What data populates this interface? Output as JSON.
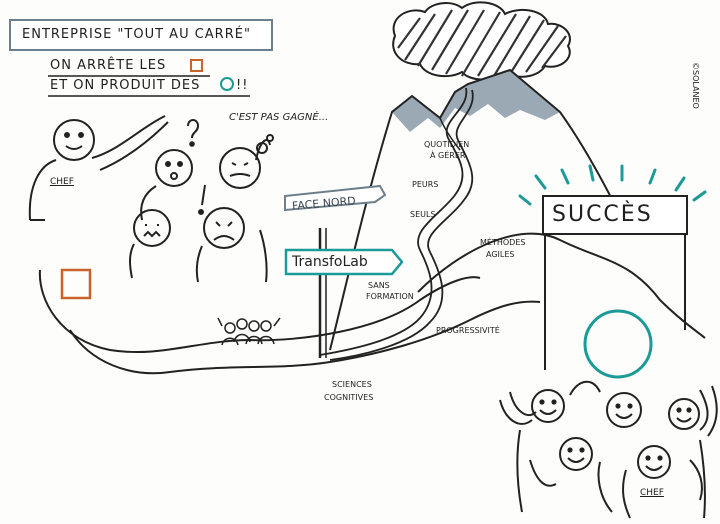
{
  "header": {
    "title": "ENTREPRISE \"TOUT AU CARRÉ\"",
    "line1": "ON ARRÊTE LES",
    "line2": "ET ON PRODUIT DES",
    "line2_suffix": "!!"
  },
  "group": {
    "speech": "C'EST PAS GAGNÉ...",
    "chef_label": "CHEF"
  },
  "signs": {
    "face_nord": "FACE NORD",
    "transfolab": "TransfoLab"
  },
  "path_labels": {
    "quotidien": "QUOTIDIEN",
    "a_gerer": "À GÉRER",
    "peurs": "PEURS",
    "seuls": "SEULS",
    "sans": "SANS",
    "formation": "FORMATION",
    "methodes": "MÉTHODES",
    "agiles": "AGILES",
    "progressivite": "PROGRESSIVITÉ",
    "sciences": "SCIENCES",
    "cognitives": "COGNITIVES"
  },
  "success": {
    "banner": "SUCCÈS",
    "chef_label": "CHEF"
  },
  "credit": "©SOLANEO",
  "colors": {
    "ink": "#222222",
    "orange": "#c8642a",
    "teal": "#1c9a98",
    "mountain_shade": "#9aa9b3",
    "sign_border": "#6e7f8c"
  }
}
